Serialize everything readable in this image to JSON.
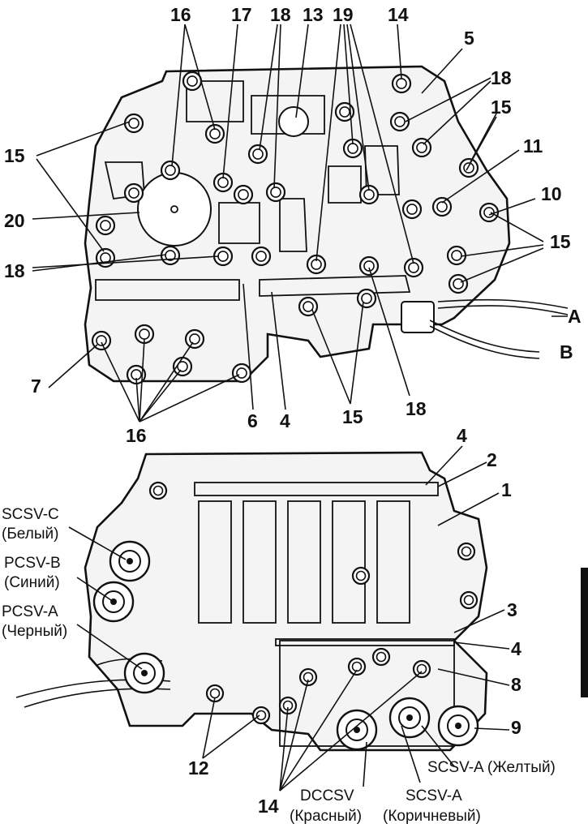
{
  "upper_callouts": {
    "n16_top": "16",
    "n17": "17",
    "n18_top": "18",
    "n13": "13",
    "n19": "19",
    "n14_top": "14",
    "n5": "5",
    "n18_right": "18",
    "n15_right": "15",
    "n11": "11",
    "n10": "10",
    "n15_far_right": "15",
    "nA": "A",
    "nB": "B",
    "n15_left": "15",
    "n20": "20",
    "n18_left": "18",
    "n7": "7",
    "n16_bottom": "16",
    "n6": "6",
    "n4": "4",
    "n15_bottom": "15",
    "n18_bottom": "18"
  },
  "lower_callouts": {
    "n4_top": "4",
    "n2": "2",
    "n1": "1",
    "n3": "3",
    "n4_mid": "4",
    "n8": "8",
    "n9": "9",
    "n12": "12",
    "n14": "14"
  },
  "solenoid_labels": {
    "scsv_c": "SCSV-C",
    "scsv_c_color": "(Белый)",
    "pcsv_b": "PCSV-B",
    "pcsv_b_color": "(Синий)",
    "pcsv_a": "PCSV-A",
    "pcsv_a_color": "(Черный)",
    "dccsv": "DCCSV",
    "dccsv_color": "(Красный)",
    "scsv_a_brown": "SCSV-A",
    "scsv_a_brown_color": "(Коричневый)",
    "scsv_a_yellow": "SCSV-A (Желтый)"
  }
}
